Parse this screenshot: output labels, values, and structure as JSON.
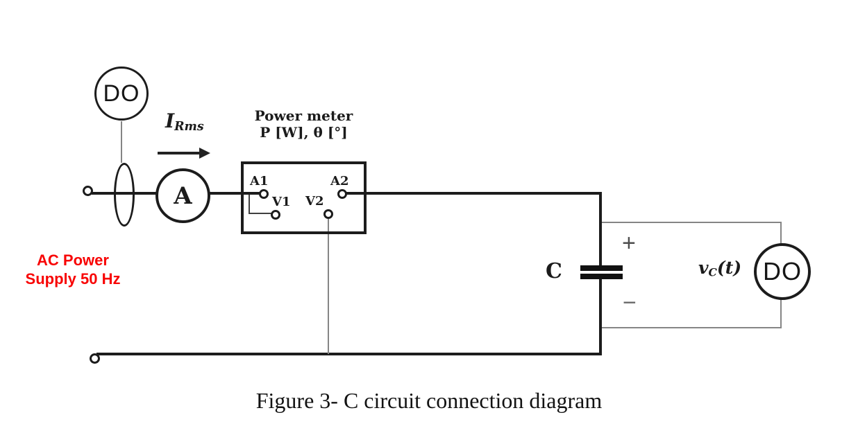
{
  "diagram": {
    "oscilloscope_top": "DO",
    "oscilloscope_right": "DO",
    "ammeter_label": "A",
    "current_label": {
      "symbol": "I",
      "subscript": "Rms"
    },
    "power_meter": {
      "title": "Power meter",
      "units": "P [W], θ [°]",
      "terminals": {
        "a1": "A1",
        "a2": "A2",
        "v1": "V1",
        "v2": "V2"
      }
    },
    "source": {
      "line1": "AC Power",
      "line2": "Supply 50 Hz"
    },
    "capacitor_label": "C",
    "polarity": {
      "plus": "+",
      "minus": "−"
    },
    "voltage_label": {
      "symbol": "v",
      "subscript": "C",
      "suffix": "(t)"
    },
    "caption": "Figure 3- C circuit connection diagram"
  },
  "colors": {
    "wire_black": "#1c1c1c",
    "wire_gray": "#858585",
    "source_red": "#f80404",
    "background": "#ffffff"
  }
}
